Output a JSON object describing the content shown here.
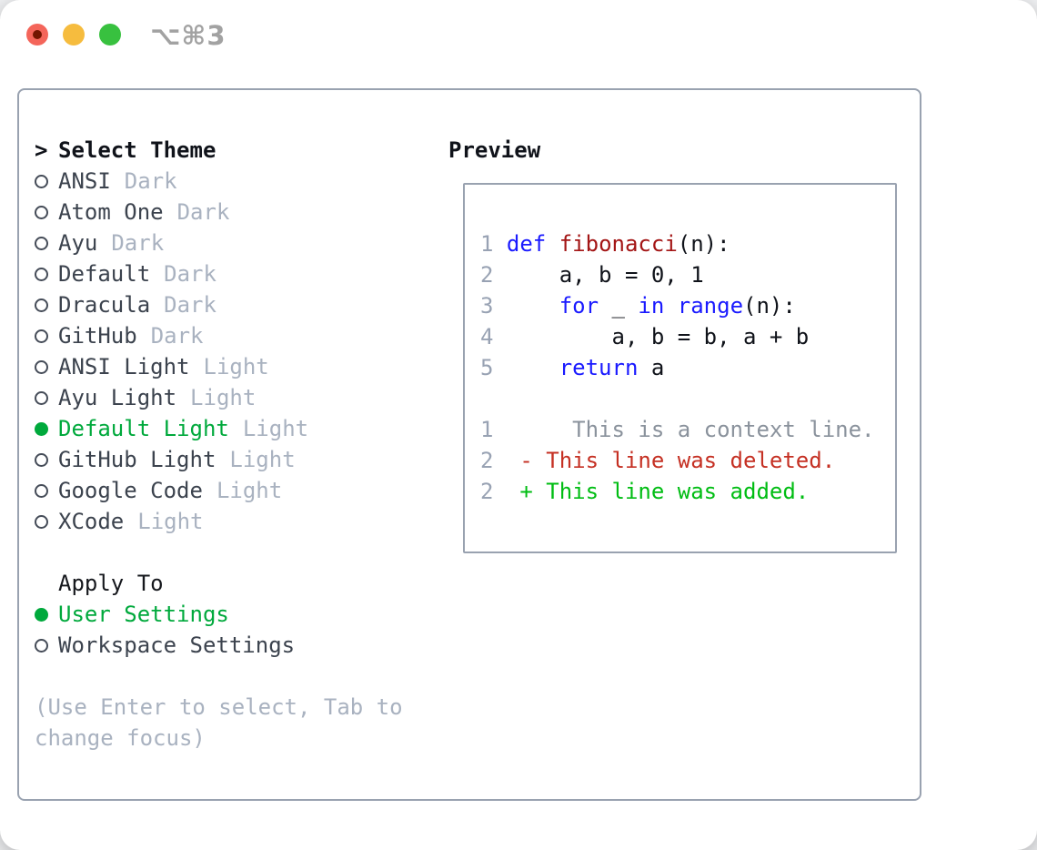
{
  "window": {
    "hotkey": "⌥⌘3",
    "traffic_lights": [
      "close",
      "minimize",
      "zoom"
    ]
  },
  "colors": {
    "panel_border": "#99a2b0",
    "selection_green": "#00a93c",
    "added_green": "#00bd13",
    "deleted_red": "#c53023",
    "keyword_blue": "#1a1aff",
    "function_red": "#a31515",
    "muted_gray": "#a9b2c0",
    "line_number_gray": "#98a2b3",
    "context_gray": "#8a929c",
    "traffic_red": "#f4655a",
    "traffic_yellow": "#f6bc3e",
    "traffic_green": "#38c13f"
  },
  "theme_picker": {
    "cursor": ">",
    "title": "Select Theme",
    "items": [
      {
        "name": "ANSI",
        "variant": "Dark",
        "selected": false
      },
      {
        "name": "Atom One",
        "variant": "Dark",
        "selected": false
      },
      {
        "name": "Ayu",
        "variant": "Dark",
        "selected": false
      },
      {
        "name": "Default",
        "variant": "Dark",
        "selected": false
      },
      {
        "name": "Dracula",
        "variant": "Dark",
        "selected": false
      },
      {
        "name": "GitHub",
        "variant": "Dark",
        "selected": false
      },
      {
        "name": "ANSI Light",
        "variant": "Light",
        "selected": false
      },
      {
        "name": "Ayu Light",
        "variant": "Light",
        "selected": false
      },
      {
        "name": "Default Light",
        "variant": "Light",
        "selected": true
      },
      {
        "name": "GitHub Light",
        "variant": "Light",
        "selected": false
      },
      {
        "name": "Google Code",
        "variant": "Light",
        "selected": false
      },
      {
        "name": "XCode",
        "variant": "Light",
        "selected": false
      }
    ]
  },
  "apply_to": {
    "title": "Apply To",
    "options": [
      {
        "label": "User Settings",
        "selected": true
      },
      {
        "label": "Workspace Settings",
        "selected": false
      }
    ]
  },
  "hint": "(Use Enter to select, Tab to change focus)",
  "preview": {
    "title": "Preview",
    "lines": [
      {
        "num": "1",
        "kind": "code-line",
        "segs": [
          {
            "t": "def",
            "c": "kw"
          },
          {
            "t": " ",
            "c": "fg"
          },
          {
            "t": "fibonacci",
            "c": "fn"
          },
          {
            "t": "(n):",
            "c": "fg"
          }
        ]
      },
      {
        "num": "2",
        "kind": "code-line",
        "segs": [
          {
            "t": "    a, b = 0, 1",
            "c": "fg"
          }
        ]
      },
      {
        "num": "3",
        "kind": "code-line",
        "segs": [
          {
            "t": "    ",
            "c": "fg"
          },
          {
            "t": "for",
            "c": "kw"
          },
          {
            "t": " _ ",
            "c": "fg"
          },
          {
            "t": "in",
            "c": "kw"
          },
          {
            "t": " ",
            "c": "fg"
          },
          {
            "t": "range",
            "c": "kw"
          },
          {
            "t": "(n):",
            "c": "fg"
          }
        ]
      },
      {
        "num": "4",
        "kind": "code-line",
        "segs": [
          {
            "t": "        a, b = b, a + b",
            "c": "fg"
          }
        ]
      },
      {
        "num": "5",
        "kind": "code-line",
        "segs": [
          {
            "t": "    ",
            "c": "fg"
          },
          {
            "t": "return",
            "c": "kw"
          },
          {
            "t": " a",
            "c": "fg"
          }
        ]
      },
      {
        "num": "",
        "kind": "blank-line",
        "segs": []
      },
      {
        "num": "1",
        "kind": "diff-context-line",
        "segs": [
          {
            "t": "     This is a context line.",
            "c": "ctx"
          }
        ]
      },
      {
        "num": "2",
        "kind": "diff-deleted-line",
        "segs": [
          {
            "t": " - This line was deleted.",
            "c": "del"
          }
        ]
      },
      {
        "num": "2",
        "kind": "diff-added-line",
        "segs": [
          {
            "t": " + This line was added.",
            "c": "add"
          }
        ]
      }
    ]
  }
}
